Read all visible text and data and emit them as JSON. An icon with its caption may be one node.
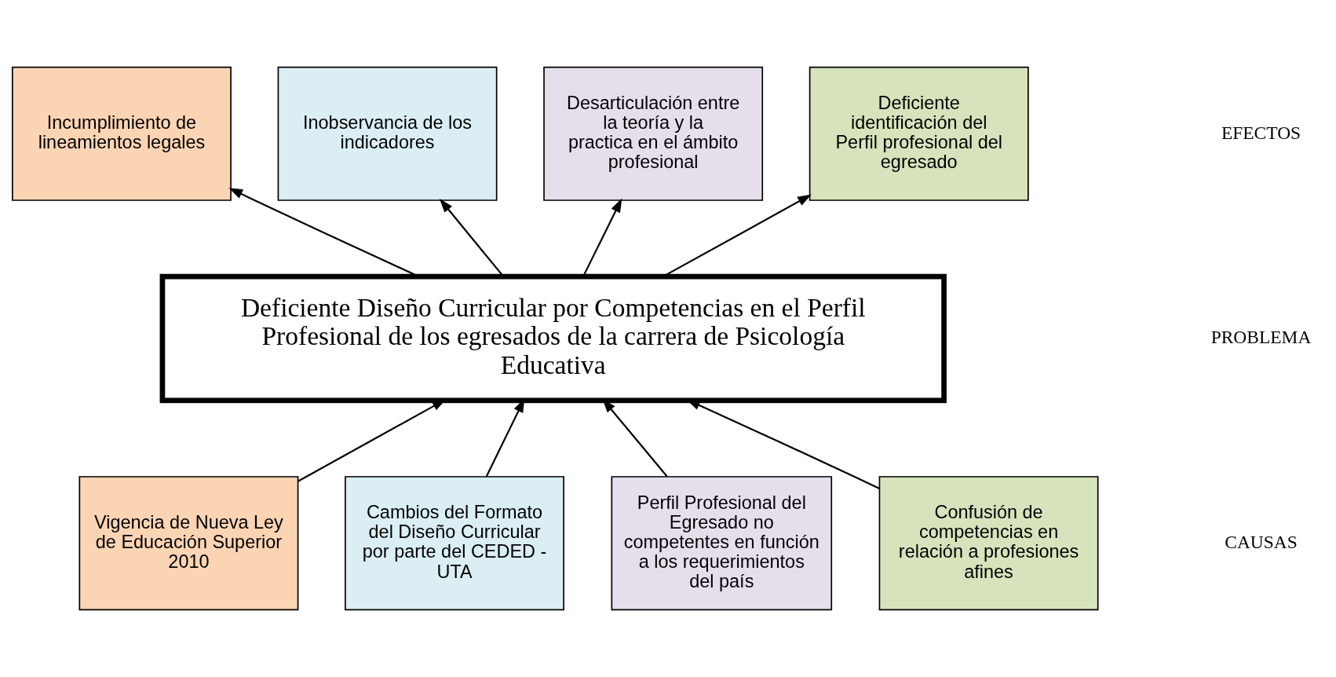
{
  "diagram": {
    "nodes": [
      {
        "text": [
          "Incumplimiento de lineamientos legales"
        ]
      },
      {
        "text": [
          "Inobservancia de los indicadores"
        ]
      },
      {
        "text": [
          "Desarticulación entre la teoría y la practica en el ámbito profesional"
        ]
      },
      {
        "text": [
          "Deficiente identificación del Perfil profesional del egresado"
        ]
      },
      {
        "text": [
          "Deficiente Diseño Curricular por Competencias en el Perfil Profesional de los egresados de la carrera de Psicología Educativa"
        ]
      },
      {
        "text": [
          "Vigencia de Nueva Ley de Educación Superior 2010"
        ]
      },
      {
        "text": [
          "Cambios del Formato del Diseño Curricular por parte del CEDED - UTA"
        ]
      },
      {
        "text": [
          "Perfil Profesional del Egresado no competentes en función a los requerimientos del país"
        ]
      },
      {
        "text": [
          "Confusión de competencias en relación a profesiones afines"
        ]
      }
    ],
    "edges": [
      {
        "from": 4,
        "to": 0,
        "arrow": "to"
      },
      {
        "from": 4,
        "to": 1,
        "arrow": "to"
      },
      {
        "from": 4,
        "to": 2,
        "arrow": "to"
      },
      {
        "from": 4,
        "to": 3,
        "arrow": "to"
      },
      {
        "from": 5,
        "to": 4,
        "arrow": "to"
      },
      {
        "from": 6,
        "to": 4,
        "arrow": "to"
      },
      {
        "from": 7,
        "to": 4,
        "arrow": "to"
      },
      {
        "from": 8,
        "to": 4,
        "arrow": "to"
      }
    ],
    "labels": [
      "EFECTOS",
      "PROBLEMA",
      "CAUSAS"
    ]
  }
}
